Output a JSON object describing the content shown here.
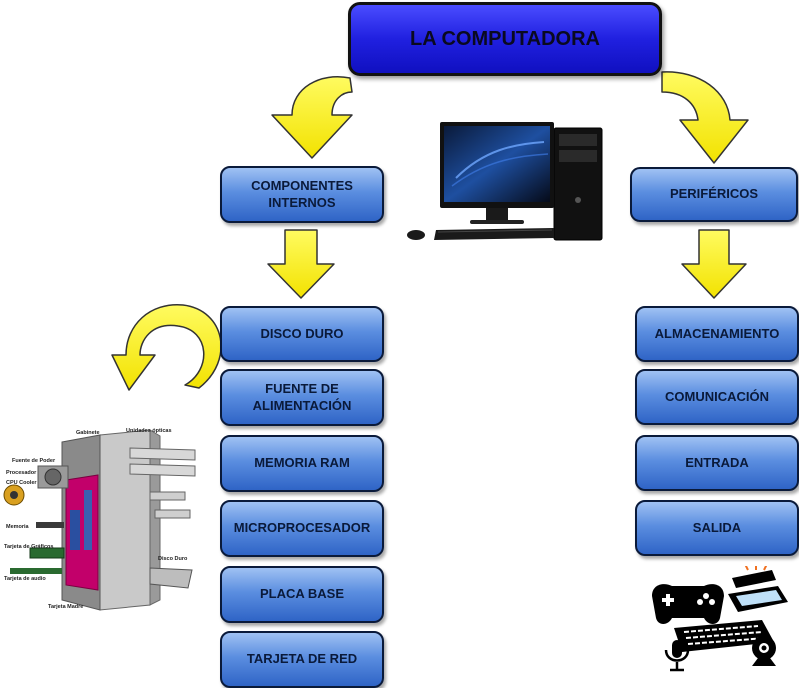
{
  "title": "LA COMPUTADORA",
  "left_branch": {
    "heading": "COMPONENTES INTERNOS",
    "items": [
      "DISCO DURO",
      "FUENTE DE ALIMENTACIÓN",
      "MEMORIA RAM",
      "MICROPROCESADOR",
      "PLACA BASE",
      "TARJETA DE RED"
    ]
  },
  "right_branch": {
    "heading": "PERIFÉRICOS",
    "items": [
      "ALMACENAMIENTO",
      "COMUNICACIÓN",
      "ENTRADA",
      "SALIDA"
    ]
  },
  "tower_labels": [
    "Gabinete",
    "Unidades ópticas",
    "Fuente de Poder",
    "Procesador",
    "CPU Cooler",
    "Memoria",
    "Tarjeta de Gráficos",
    "Tarjeta de audio",
    "Disco Duro",
    "Tarjeta Madre"
  ],
  "colors": {
    "box_top": "#9fc1f3",
    "box_bottom": "#2f64c6",
    "title_blue": "#2020e0",
    "arrow_yellow": "#f7ee00"
  }
}
